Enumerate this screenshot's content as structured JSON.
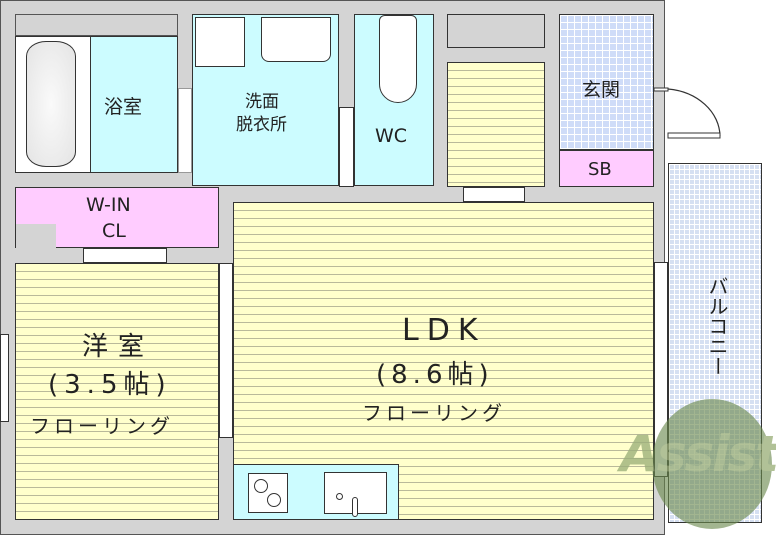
{
  "floor_plan": {
    "rooms": {
      "bath": {
        "label": "浴室"
      },
      "washroom": {
        "line1": "洗面",
        "line2": "脱衣所"
      },
      "wc": {
        "label": "WC"
      },
      "entrance": {
        "label": "玄関"
      },
      "shoe_box": {
        "label": "SB"
      },
      "walk_in_closet": {
        "line1": "W-IN",
        "line2": "CL"
      },
      "western_room": {
        "name": "洋室",
        "size": "(3.5帖)",
        "floor": "フローリング"
      },
      "ldk": {
        "name": "LDK",
        "size": "(8.6帖)",
        "floor": "フローリング"
      },
      "balcony": {
        "label": "バルコニー"
      }
    },
    "watermark": {
      "text": "Assist"
    },
    "colors": {
      "wall": "#d4d4d4",
      "wet_area": "#ccfcff",
      "storage": "#ffccff",
      "flooring": "#ffffcc",
      "tile": "#cfdcf8",
      "watermark": "#6b8a4e"
    }
  }
}
